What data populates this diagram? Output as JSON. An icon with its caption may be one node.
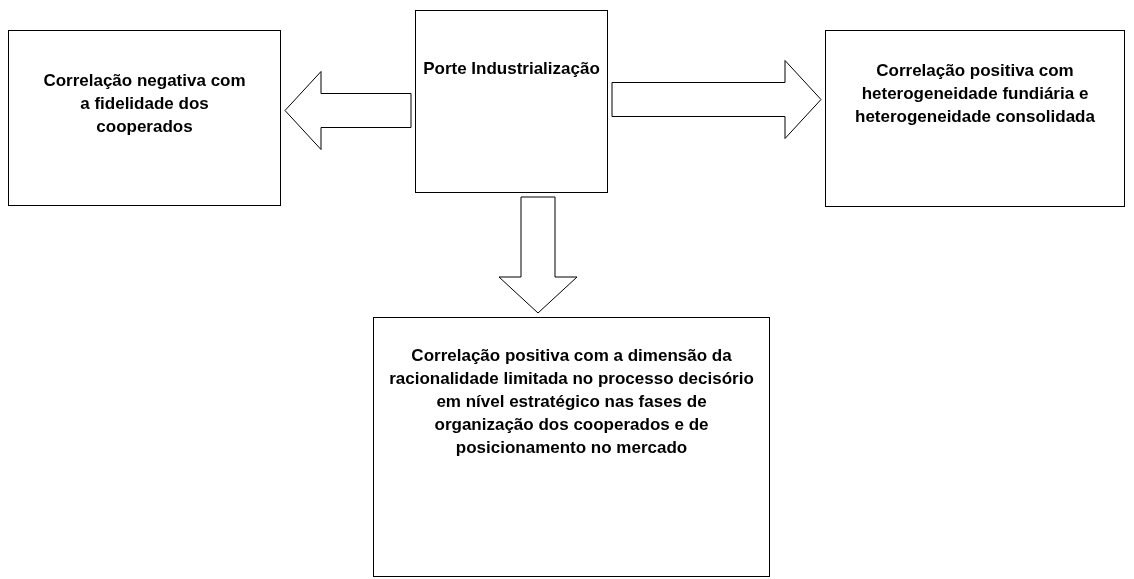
{
  "diagram": {
    "nodes": [
      {
        "text": [
          "Porte Industrialização"
        ]
      },
      {
        "text": [
          "Correlação negativa com a fidelidade dos cooperados"
        ]
      },
      {
        "text": [
          "Correlação positiva com heterogeneidade fundiária e heterogeneidade consolidada"
        ]
      },
      {
        "text": [
          "Correlação positiva com a dimensão da racionalidade limitada no processo decisório em nível estratégico nas fases de organização dos cooperados e de posicionamento no mercado"
        ]
      }
    ],
    "edges": [
      {
        "from": 0,
        "to": 1,
        "arrow": "to"
      },
      {
        "from": 0,
        "to": 2,
        "arrow": "to"
      },
      {
        "from": 0,
        "to": 3,
        "arrow": "to"
      }
    ]
  }
}
